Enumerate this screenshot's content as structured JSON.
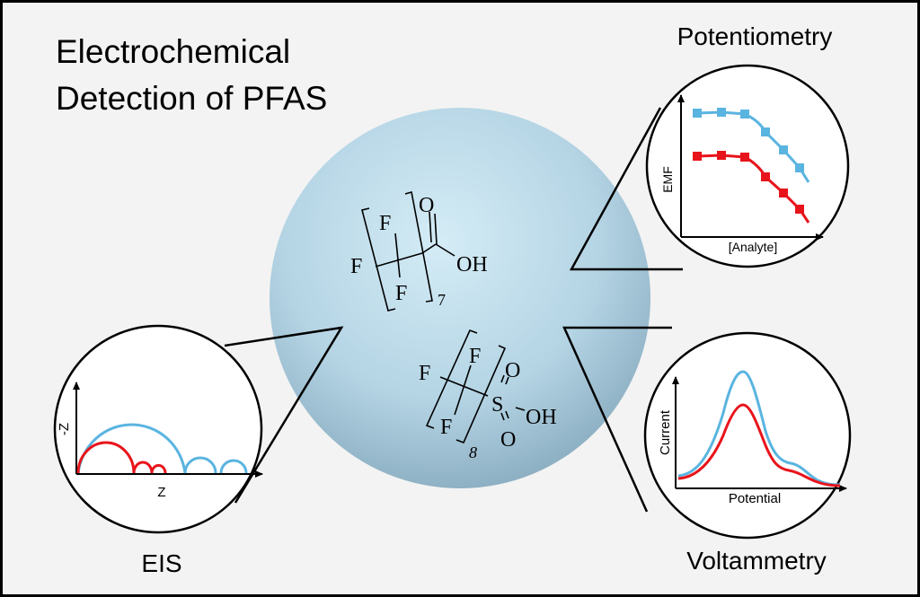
{
  "title": {
    "line1": "Electrochemical",
    "line2": "Detection of PFAS"
  },
  "molecules": {
    "pfoa": {
      "f_left": "F",
      "f_top": "F",
      "f_bottom": "F",
      "o": "O",
      "oh": "OH",
      "repeat": "7"
    },
    "pfos": {
      "f_left": "F",
      "f_top": "F",
      "f_bottom": "F",
      "s": "S",
      "o_top": "O",
      "o_bottom": "O",
      "oh": "OH",
      "repeat": "8"
    }
  },
  "panels": {
    "potentiometry": {
      "title": "Potentiometry",
      "ylabel": "EMF",
      "xlabel": "[Analyte]"
    },
    "eis": {
      "title": "EIS",
      "ylabel": "-Z",
      "xlabel": "Z"
    },
    "voltammetry": {
      "title": "Voltammetry",
      "ylabel": "Current",
      "xlabel": "Potential"
    }
  },
  "colors": {
    "blue": "#5ab4e0",
    "red": "#e8141b",
    "sphere_light": "#d2eaf4",
    "sphere_dark": "#8fb2c6",
    "background": "#f3f3f3"
  }
}
